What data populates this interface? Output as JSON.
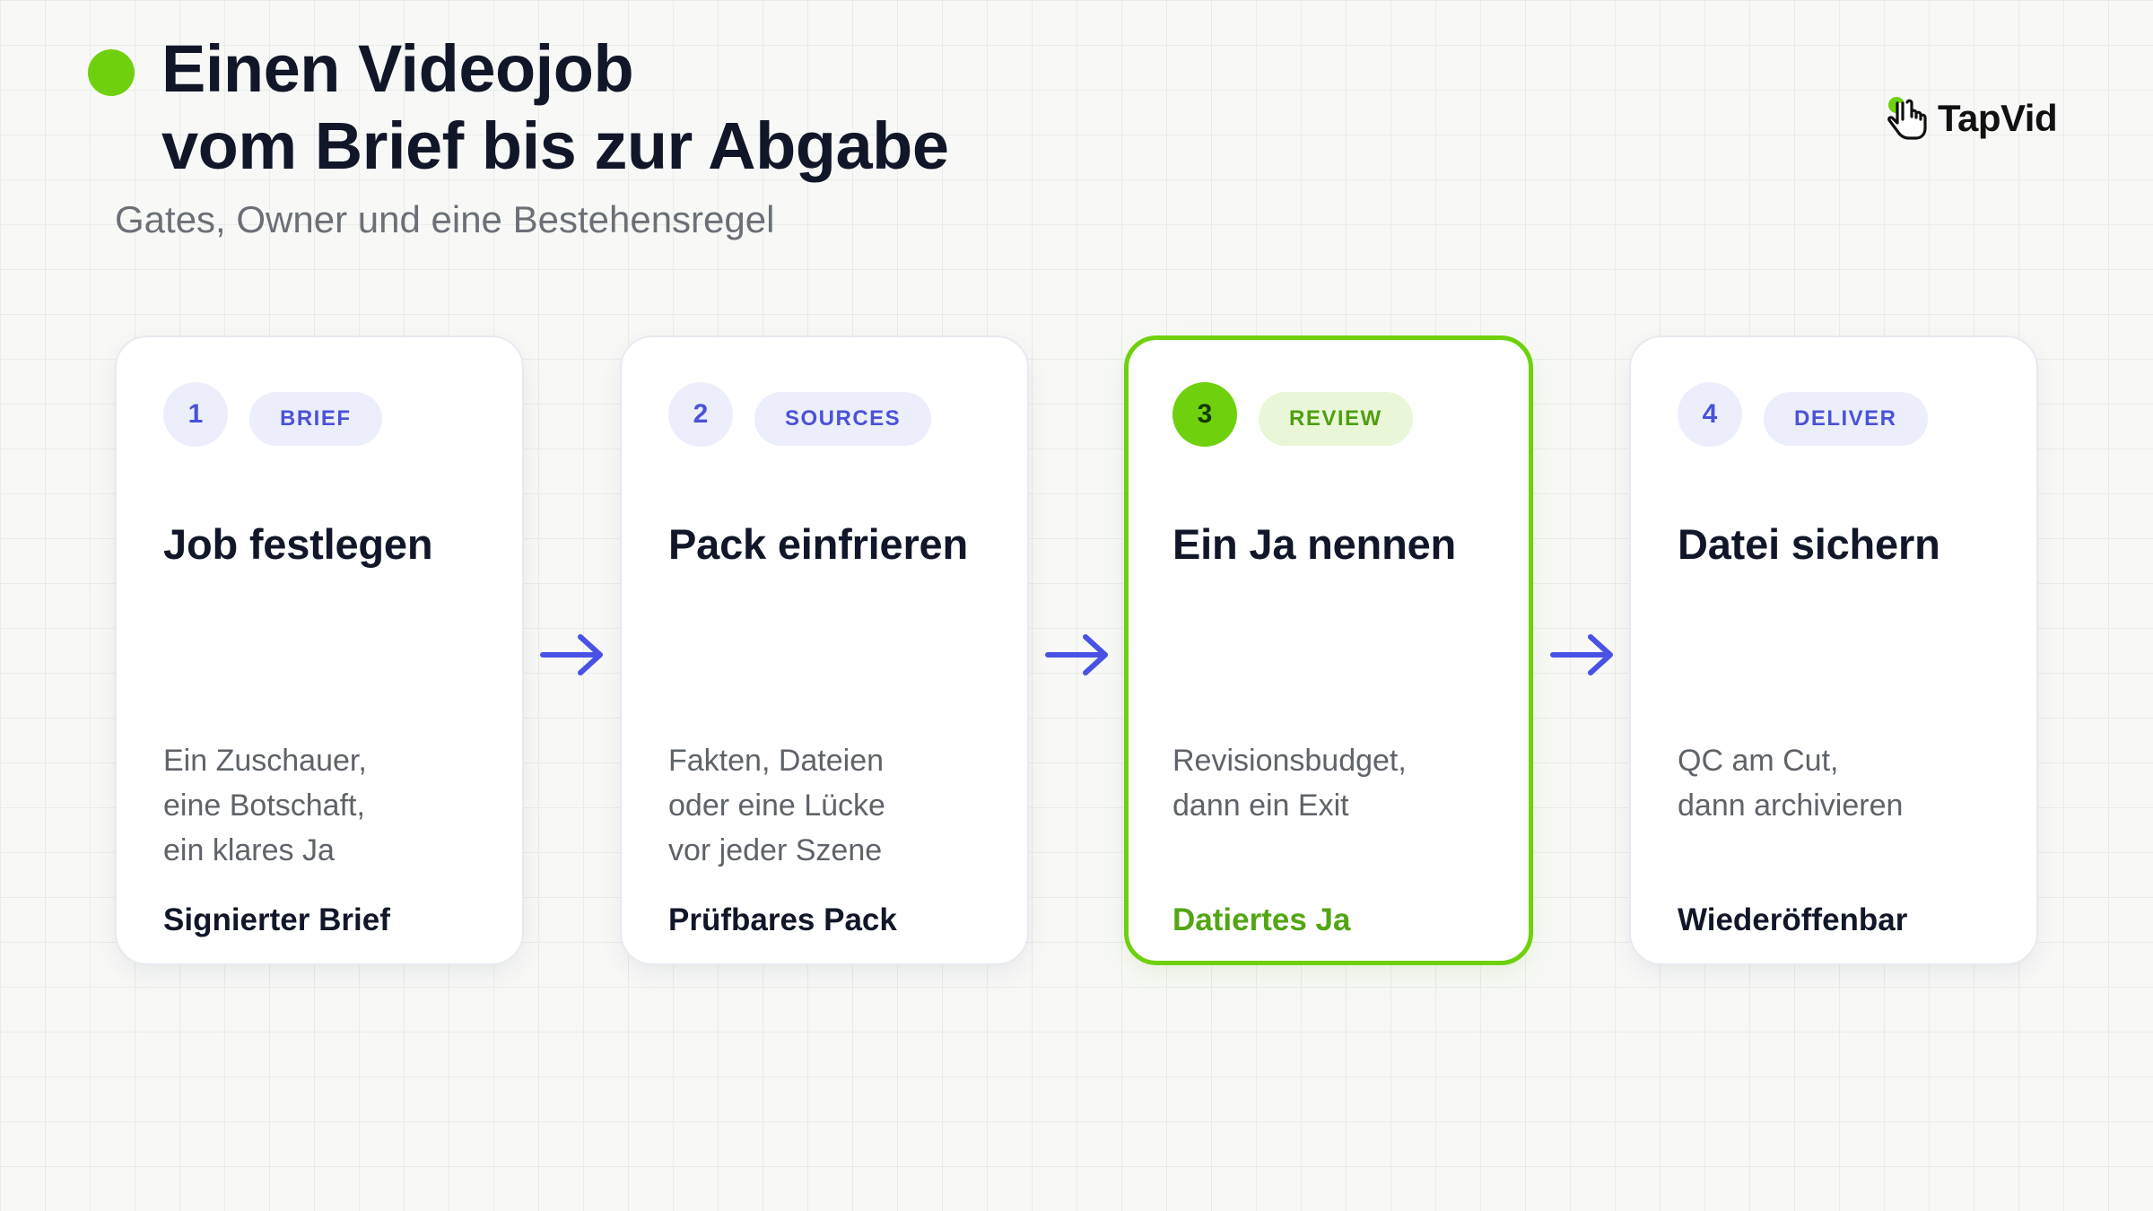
{
  "header": {
    "title_line_1": "Einen Videojob",
    "title_line_2": "vom Brief bis zur Abgabe",
    "subtitle": "Gates, Owner und eine Bestehensregel"
  },
  "logo": {
    "text": "TapVid",
    "icon": "pointer-hand-icon"
  },
  "colors": {
    "accent_green": "#6fd10e",
    "accent_indigo": "#4a52d8",
    "text_dark": "#111729",
    "text_muted": "#5e636a"
  },
  "steps": [
    {
      "number": "1",
      "tag": "BRIEF",
      "title": "Job festlegen",
      "description": [
        "Ein Zuschauer,",
        "eine Botschaft,",
        "ein klares Ja"
      ],
      "outcome": "Signierter Brief",
      "highlighted": false
    },
    {
      "number": "2",
      "tag": "SOURCES",
      "title": "Pack einfrieren",
      "description": [
        "Fakten, Dateien",
        "oder eine Lücke",
        "vor jeder Szene"
      ],
      "outcome": "Prüfbares Pack",
      "highlighted": false
    },
    {
      "number": "3",
      "tag": "REVIEW",
      "title": "Ein Ja nennen",
      "description": [
        "Revisionsbudget,",
        "dann ein Exit"
      ],
      "outcome": "Datiertes Ja",
      "highlighted": true
    },
    {
      "number": "4",
      "tag": "DELIVER",
      "title": "Datei sichern",
      "description": [
        "QC am Cut,",
        "dann archivieren"
      ],
      "outcome": "Wiederöffenbar",
      "highlighted": false
    }
  ]
}
